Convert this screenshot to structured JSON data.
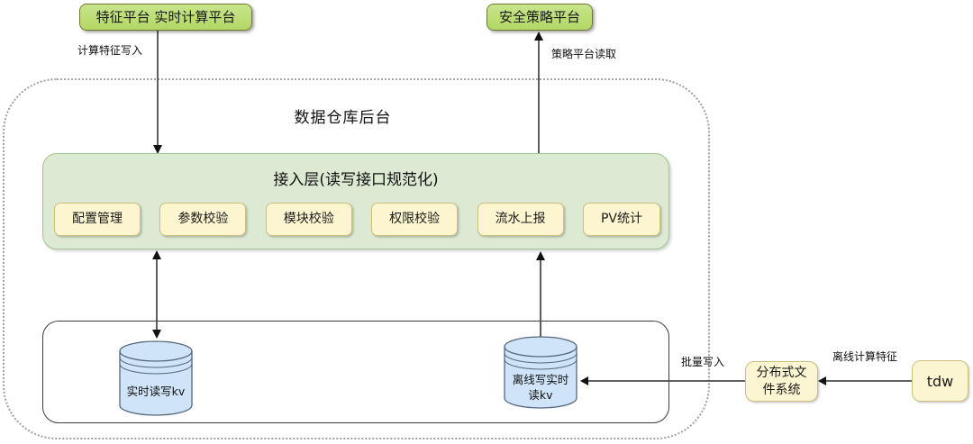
{
  "diagram": {
    "background_title": "数据仓库后台",
    "top_nodes": {
      "feature_platform": "特征平台 实时计算平台",
      "security_platform": "安全策略平台"
    },
    "access_layer": {
      "title": "接入层(读写接口规范化)",
      "modules": [
        "配置管理",
        "参数校验",
        "模块校验",
        "权限校验",
        "流水上报",
        "PV统计"
      ]
    },
    "storage": {
      "kv_realtime": "实时读写kv",
      "kv_offline": "离线写实时读kv"
    },
    "right_nodes": {
      "dfs": "分布式文件系统",
      "tdw": "tdw"
    },
    "edge_labels": {
      "compute_feature_write": "计算特征写入",
      "policy_platform_read": "策略平台读取",
      "batch_write": "批量写入",
      "offline_compute_feature": "离线计算特征"
    },
    "colors": {
      "platform_node_fill": "#bade73",
      "access_layer_fill": "#dcead3",
      "access_layer_border": "#a4c494",
      "module_fill": "#fcf5cf",
      "module_border": "#cdbf7e",
      "cylinder_fill": "#cfe4f8",
      "arrow_color": "#4d4d4d"
    }
  }
}
